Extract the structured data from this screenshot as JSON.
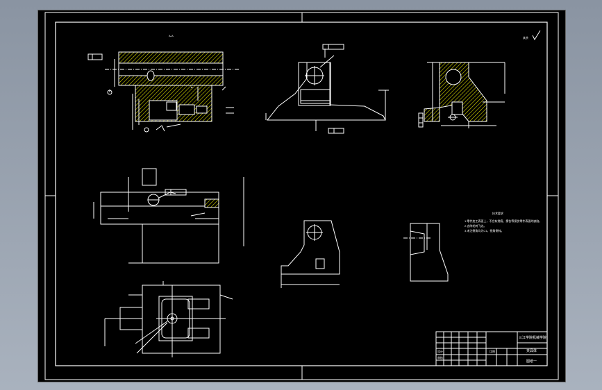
{
  "drawing": {
    "top_mark": "A-A",
    "roughness_note": "其余",
    "tech_requirements": {
      "title": "技术要求",
      "lines": [
        "1.零件加工表面上，不应有划痕、擦伤等损伤零件表面的缺陷。",
        "2.去除毛刺飞边。",
        "3.未注倒角均为C1，锐角倒钝。"
      ]
    },
    "title_block": {
      "school": "三江学院机械学院",
      "part_name": "夹具体",
      "drawing_no": "图纸一",
      "scale_label": "比例",
      "designer_label": "设计",
      "checker_label": "审核"
    },
    "colors": {
      "background": "#000000",
      "lines": "#ffffff",
      "hatch": "#ffff00",
      "dim": "#ffffff"
    }
  }
}
